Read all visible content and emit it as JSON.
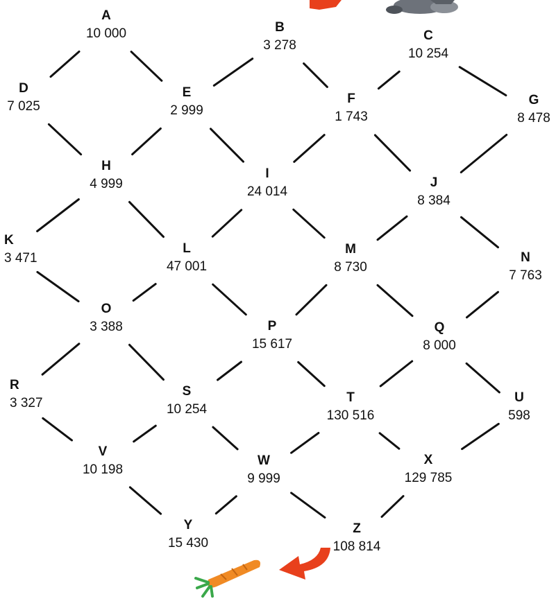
{
  "nodes": [
    {
      "id": "A",
      "letter": "A",
      "value": "10 000"
    },
    {
      "id": "B",
      "letter": "B",
      "value": "3 278"
    },
    {
      "id": "C",
      "letter": "C",
      "value": "10 254"
    },
    {
      "id": "D",
      "letter": "D",
      "value": "7 025"
    },
    {
      "id": "E",
      "letter": "E",
      "value": "2 999"
    },
    {
      "id": "F",
      "letter": "F",
      "value": "1 743"
    },
    {
      "id": "G",
      "letter": "G",
      "value": "8 478"
    },
    {
      "id": "H",
      "letter": "H",
      "value": "4 999"
    },
    {
      "id": "I",
      "letter": "I",
      "value": "24 014"
    },
    {
      "id": "J",
      "letter": "J",
      "value": "8 384"
    },
    {
      "id": "K",
      "letter": "K",
      "value": "3 471"
    },
    {
      "id": "L",
      "letter": "L",
      "value": "47 001"
    },
    {
      "id": "M",
      "letter": "M",
      "value": "8 730"
    },
    {
      "id": "N",
      "letter": "N",
      "value": "7 763"
    },
    {
      "id": "O",
      "letter": "O",
      "value": "3 388"
    },
    {
      "id": "P",
      "letter": "P",
      "value": "15 617"
    },
    {
      "id": "Q",
      "letter": "Q",
      "value": "8 000"
    },
    {
      "id": "R",
      "letter": "R",
      "value": "3 327"
    },
    {
      "id": "S",
      "letter": "S",
      "value": "10 254"
    },
    {
      "id": "T",
      "letter": "T",
      "value": "130 516"
    },
    {
      "id": "U",
      "letter": "U",
      "value": "598"
    },
    {
      "id": "V",
      "letter": "V",
      "value": "10 198"
    },
    {
      "id": "W",
      "letter": "W",
      "value": "9 999"
    },
    {
      "id": "X",
      "letter": "X",
      "value": "129 785"
    },
    {
      "id": "Y",
      "letter": "Y",
      "value": "15 430"
    },
    {
      "id": "Z",
      "letter": "Z",
      "value": "108 814"
    }
  ],
  "edges": [
    [
      "A",
      "D"
    ],
    [
      "A",
      "E"
    ],
    [
      "B",
      "E"
    ],
    [
      "B",
      "F"
    ],
    [
      "C",
      "F"
    ],
    [
      "C",
      "G"
    ],
    [
      "D",
      "H"
    ],
    [
      "E",
      "H"
    ],
    [
      "E",
      "I"
    ],
    [
      "F",
      "I"
    ],
    [
      "F",
      "J"
    ],
    [
      "G",
      "J"
    ],
    [
      "H",
      "K"
    ],
    [
      "H",
      "L"
    ],
    [
      "I",
      "L"
    ],
    [
      "I",
      "M"
    ],
    [
      "J",
      "M"
    ],
    [
      "J",
      "N"
    ],
    [
      "K",
      "O"
    ],
    [
      "L",
      "O"
    ],
    [
      "L",
      "P"
    ],
    [
      "M",
      "P"
    ],
    [
      "M",
      "Q"
    ],
    [
      "N",
      "Q"
    ],
    [
      "O",
      "R"
    ],
    [
      "O",
      "S"
    ],
    [
      "P",
      "S"
    ],
    [
      "P",
      "T"
    ],
    [
      "Q",
      "T"
    ],
    [
      "Q",
      "U"
    ],
    [
      "R",
      "V"
    ],
    [
      "S",
      "V"
    ],
    [
      "S",
      "W"
    ],
    [
      "T",
      "W"
    ],
    [
      "T",
      "X"
    ],
    [
      "U",
      "X"
    ],
    [
      "V",
      "Y"
    ],
    [
      "W",
      "Y"
    ],
    [
      "W",
      "Z"
    ],
    [
      "X",
      "Z"
    ]
  ],
  "decorations": {
    "top_icons": [
      "arrow-icon",
      "rabbit-icon"
    ],
    "bottom_icons": [
      "carrot-icon",
      "arrow-icon"
    ],
    "arrow_color": "#e8401c",
    "carrot_color": "#f08a24",
    "carrot_leaf_color": "#3aa84a",
    "rabbit_color": "#6d727a"
  }
}
